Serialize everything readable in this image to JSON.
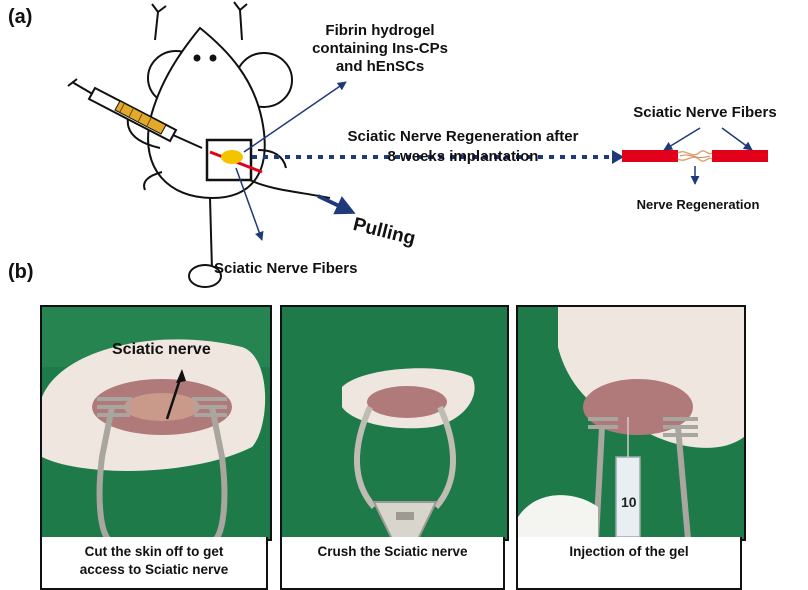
{
  "panel_a": {
    "label": "(a)",
    "hydrogel_text_lines": [
      "Fibrin hydrogel",
      "containing Ins-CPs",
      "and hEnSCs"
    ],
    "regeneration_text_lines": [
      "Sciatic Nerve Regeneration after",
      "8 weeks implantation"
    ],
    "pulling_text": "Pulling",
    "sciatic_fibers_bottom_text": "Sciatic Nerve Fibers",
    "sciatic_fibers_right_text": "Sciatic Nerve Fibers",
    "nerve_regeneration_text": "Nerve Regeneration",
    "colors": {
      "nerve": "#e3001b",
      "arrow": "#1f3a7a",
      "gel": "#f5c400",
      "syringe": "#e3a92a"
    }
  },
  "panel_b": {
    "label": "(b)",
    "photos": [
      {
        "overlay_text": "Sciatic nerve",
        "caption_lines": [
          "Cut the skin off to get",
          "access to Sciatic nerve"
        ]
      },
      {
        "overlay_text": "",
        "caption_lines": [
          "Crush the Sciatic nerve"
        ]
      },
      {
        "overlay_text": "",
        "syringe_marking": "10",
        "caption_lines": [
          "Injection of the gel"
        ]
      }
    ],
    "colors": {
      "drape": "#1f7a4a",
      "skin": "#efe7df",
      "tissue": "#b07a7a",
      "retractor": "#9c9a92"
    }
  }
}
